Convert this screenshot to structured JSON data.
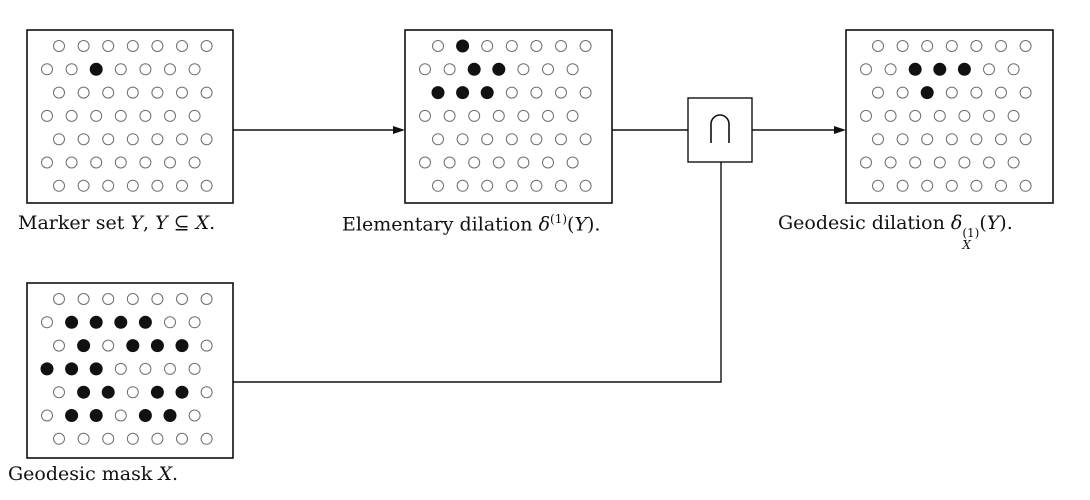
{
  "panels": [
    {
      "id": "marker",
      "filled": [
        [
          2,
          1
        ]
      ]
    },
    {
      "id": "dilation",
      "filled": [
        [
          1,
          2
        ],
        [
          0,
          2
        ],
        [
          1,
          0
        ],
        [
          2,
          1
        ],
        [
          3,
          1
        ],
        [
          1,
          2
        ],
        [
          2,
          2
        ]
      ]
    },
    {
      "id": "geodesic",
      "filled": [
        [
          2,
          1
        ],
        [
          3,
          1
        ],
        [
          4,
          1
        ],
        [
          2,
          2
        ]
      ]
    },
    {
      "id": "mask",
      "filled": [
        [
          1,
          1
        ],
        [
          2,
          1
        ],
        [
          3,
          1
        ],
        [
          4,
          1
        ],
        [
          1,
          2
        ],
        [
          3,
          2
        ],
        [
          4,
          2
        ],
        [
          5,
          2
        ],
        [
          0,
          3
        ],
        [
          1,
          3
        ],
        [
          2,
          3
        ],
        [
          1,
          4
        ],
        [
          2,
          4
        ],
        [
          4,
          4
        ],
        [
          5,
          4
        ],
        [
          1,
          5
        ],
        [
          2,
          5
        ],
        [
          4,
          5
        ],
        [
          5,
          5
        ]
      ]
    }
  ],
  "operator": {
    "name": "intersection",
    "symbol": "∩"
  },
  "captions": {
    "marker": {
      "prefix": "Marker set ",
      "var1": "Y",
      "sep": ", ",
      "var2": "Y",
      "rel": "⊆",
      "var3": "X",
      "end": "."
    },
    "dilation": {
      "prefix": "Elementary dilation ",
      "delta": "δ",
      "sup": "(1)",
      "open": "(",
      "var": "Y",
      "close": ")."
    },
    "geodesic": {
      "prefix": "Geodesic dilation ",
      "delta": "δ",
      "sup": "(1)",
      "sub": "X",
      "open": "(",
      "var": "Y",
      "close": ")."
    },
    "mask": {
      "prefix": "Geodesic mask ",
      "var": "X",
      "end": "."
    }
  }
}
